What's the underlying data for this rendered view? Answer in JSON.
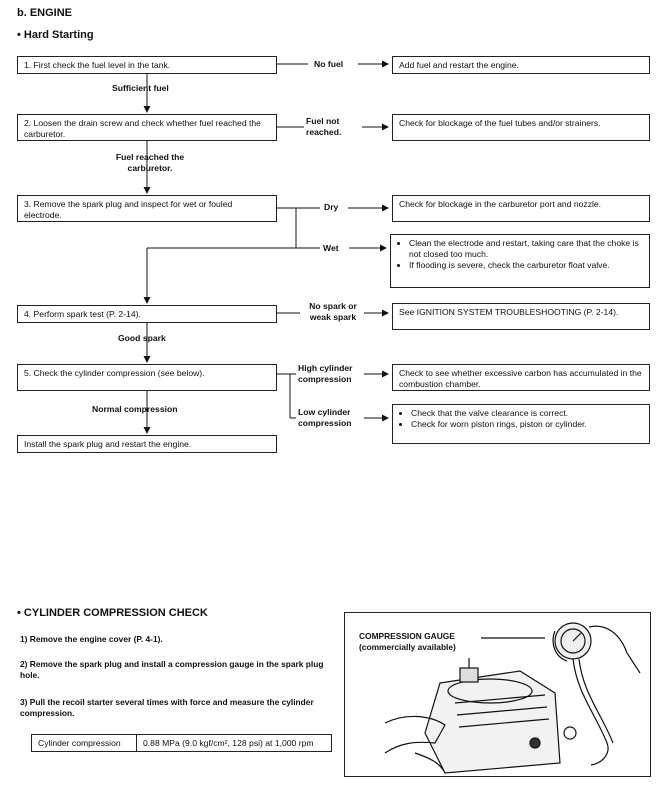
{
  "section_title": "b. ENGINE",
  "hard_starting": {
    "heading": "• Hard Starting",
    "steps": [
      {
        "text": "1.  First check the fuel level in the tank.",
        "cond": "No fuel",
        "result": "Add fuel and restart the engine."
      },
      {
        "text": "2.  Loosen the drain screw and check whether fuel reached the carburetor.",
        "cond": "Fuel not reached.",
        "result": "Check for blockage of the fuel tubes and/or strainers."
      },
      {
        "text": "3.  Remove the spark plug and inspect for wet or fouled electrode.",
        "cond": "Dry",
        "result": "Check for blockage in the carburetor port and nozzle."
      },
      {
        "text": "4.  Perform spark test (P. 2-14).",
        "cond": "No spark or weak spark",
        "result": "See IGNITION SYSTEM TROUBLESHOOTING (P. 2-14)."
      },
      {
        "text": "5.  Check the cylinder compression (see below).",
        "cond": "High cylinder compression",
        "result": "Check to see whether excessive carbon has accumulated in the combustion chamber."
      }
    ],
    "wet_cond": "Wet",
    "wet_items": [
      "Clean the electrode and restart, taking care that the choke is not closed too much.",
      "If flooding is severe, check the carburetor float valve."
    ],
    "low_cond": "Low cylinder compression",
    "low_items": [
      "Check that the valve clearance is correct.",
      "Check for worn piston rings, piston or cylinder."
    ],
    "between": {
      "sufficient_fuel": "Sufficient fuel",
      "fuel_reached": "Fuel reached the carburetor.",
      "good_spark": "Good spark",
      "normal_compression": "Normal compression"
    },
    "final": "Install the spark plug and restart the engine."
  },
  "compression_check": {
    "heading": "• CYLINDER COMPRESSION CHECK",
    "steps": [
      "1)  Remove the engine cover (P. 4-1).",
      "2)  Remove the spark plug and install a compression gauge in the spark plug hole.",
      "3)  Pull the recoil starter several times with force and measure the cylinder compression."
    ],
    "spec_label": "Cylinder compression",
    "spec_value": "0.88 MPa (9.0 kgf/cm², 128 psi) at 1,000 rpm",
    "figure_label_1": "COMPRESSION GAUGE",
    "figure_label_2": "(commercially available)"
  }
}
